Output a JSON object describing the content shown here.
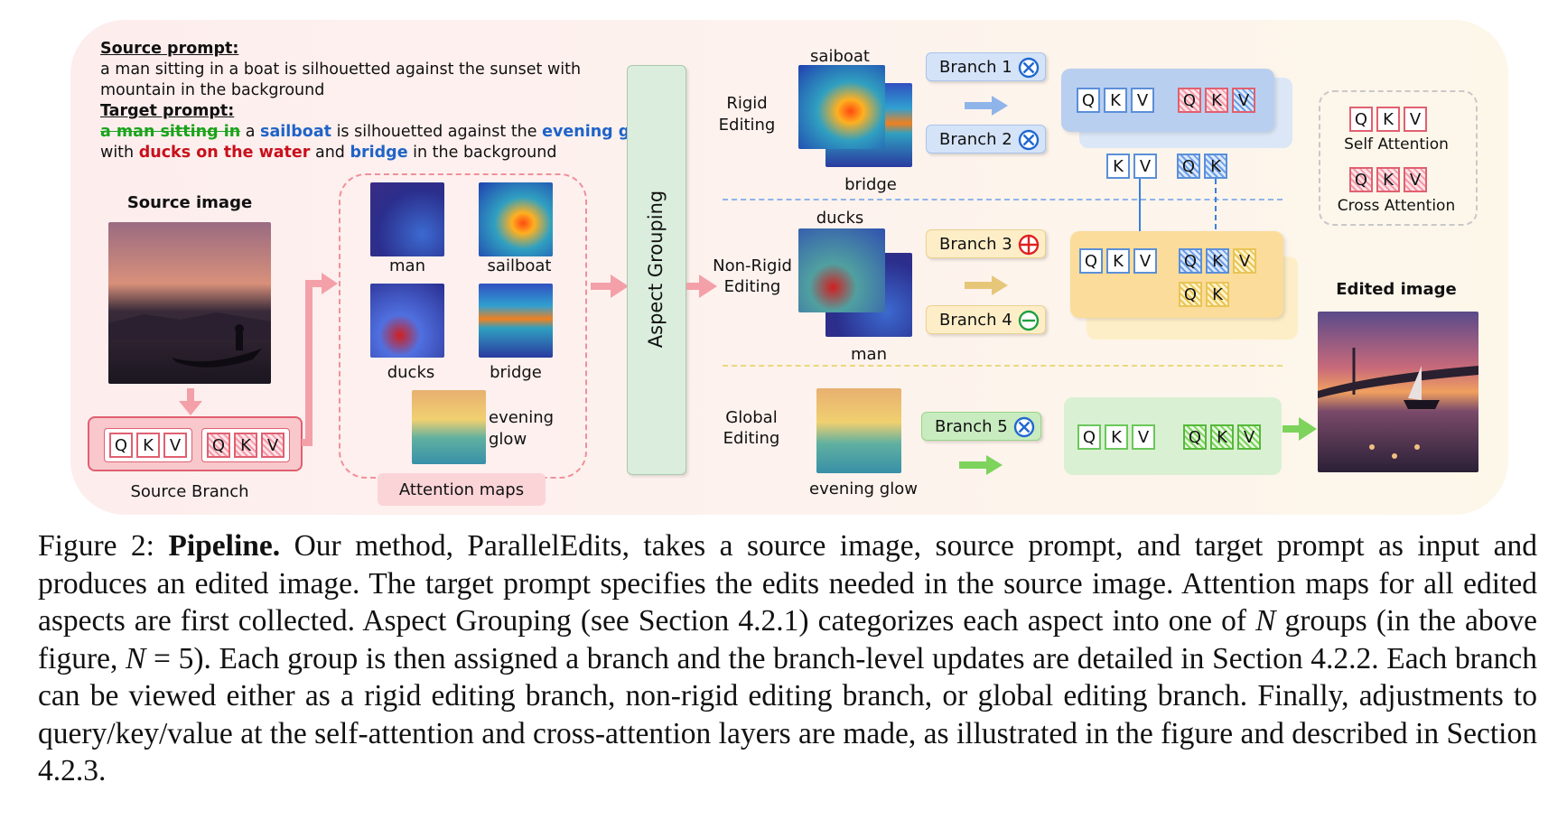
{
  "prompts": {
    "source_heading": "Source prompt:",
    "source_line1": "a man sitting in a boat is silhouetted against the sunset with",
    "source_line2": "mountain in the background",
    "target_heading": "Target prompt:",
    "target_strike": "a man sitting in",
    "target_seg1": " a ",
    "target_sailboat": "sailboat",
    "target_seg2": " is silhouetted against the ",
    "target_evening": "evening glow",
    "target_seg3": "with ",
    "target_ducks": "ducks on the water",
    "target_seg4": " and ",
    "target_bridge": "bridge",
    "target_seg5": " in the background"
  },
  "source_image_label": "Source image",
  "source_branch_label": "Source Branch",
  "attention": {
    "man": "man",
    "sailboat": "sailboat",
    "ducks": "ducks",
    "bridge": "bridge",
    "evening": "evening",
    "glow": "glow",
    "maps_label": "Attention maps"
  },
  "aspect_grouping": "Aspect Grouping",
  "groups": {
    "rigid_l1": "Rigid",
    "rigid_l2": "Editing",
    "nonrigid_l1": "Non-Rigid",
    "nonrigid_l2": "Editing",
    "global_l1": "Global",
    "global_l2": "Editing"
  },
  "group_images": {
    "sailboat": "saiboat",
    "bridge": "bridge",
    "ducks": "ducks",
    "man": "man",
    "evening_glow": "evening glow"
  },
  "branches": {
    "b1": "Branch 1",
    "b2": "Branch 2",
    "b3": "Branch 3",
    "b4": "Branch 4",
    "b5": "Branch 5"
  },
  "qkv": {
    "q": "Q",
    "k": "K",
    "v": "V"
  },
  "legend": {
    "self": "Self Attention",
    "cross": "Cross Attention"
  },
  "edited_image_label": "Edited image",
  "caption": {
    "fig": "Figure 2: ",
    "bold": "Pipeline.",
    "t1": " Our method, ParallelEdits, takes a source image, source prompt, and target prompt as input and produces an edited image. The target prompt specifies the edits needed in the source image. Attention maps for all edited aspects are first collected. Aspect Grouping (see Section 4.2.1) categorizes each aspect into one of ",
    "n1": "N",
    "t2": " groups (in the above figure, ",
    "n2": "N",
    "t3": " = 5). Each group is then assigned a branch and the branch-level updates are detailed in Section 4.2.2. Each branch can be viewed either as a rigid editing branch, non-rigid editing branch, or global editing branch. Finally, adjustments to query/key/value at the self-attention and cross-attention layers are made, as illustrated in the figure and described in Section 4.2.3."
  },
  "colors": {
    "bg_left": "#fdf0ee",
    "bg_right": "#fdf6e8",
    "pink": "#f4a0a8",
    "blue_arrow": "#8fb4ea",
    "yellow_arrow": "#e6c77a",
    "green_arrow": "#7dd35c"
  }
}
